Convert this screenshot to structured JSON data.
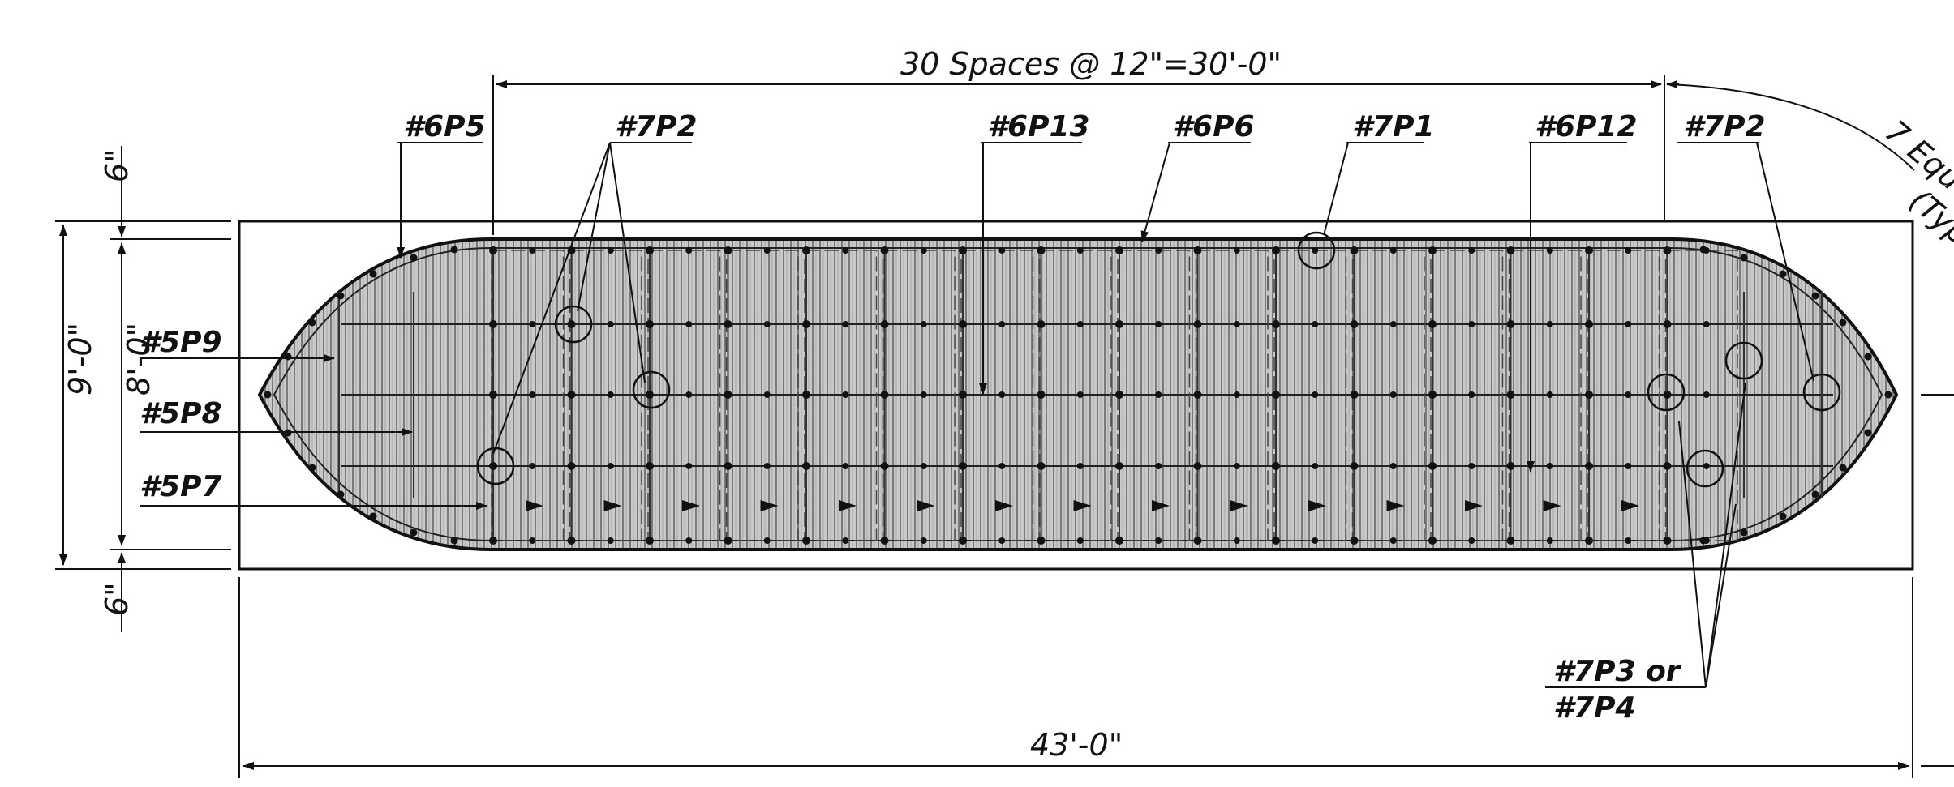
{
  "drawing": {
    "top_dimension": "30 Spaces @ 12\"=30'-0\"",
    "bottom_dimension": "43'-0\"",
    "left_dim_outer": "9'-0\"",
    "left_dim_inner": "8'-0\"",
    "top_offset": "6\"",
    "bottom_offset": "6\"",
    "corner_note_1": "7 Equ",
    "corner_note_2": "(Typ",
    "callouts": {
      "p5": "#6P5",
      "p2_left": "#7P2",
      "p13": "#6P13",
      "p6": "#6P6",
      "p1": "#7P1",
      "p12": "#6P12",
      "p2_right": "#7P2",
      "p9": "#5P9",
      "p8": "#5P8",
      "p7": "#5P7",
      "p3": "#7P3  or",
      "p4": "#7P4"
    }
  }
}
